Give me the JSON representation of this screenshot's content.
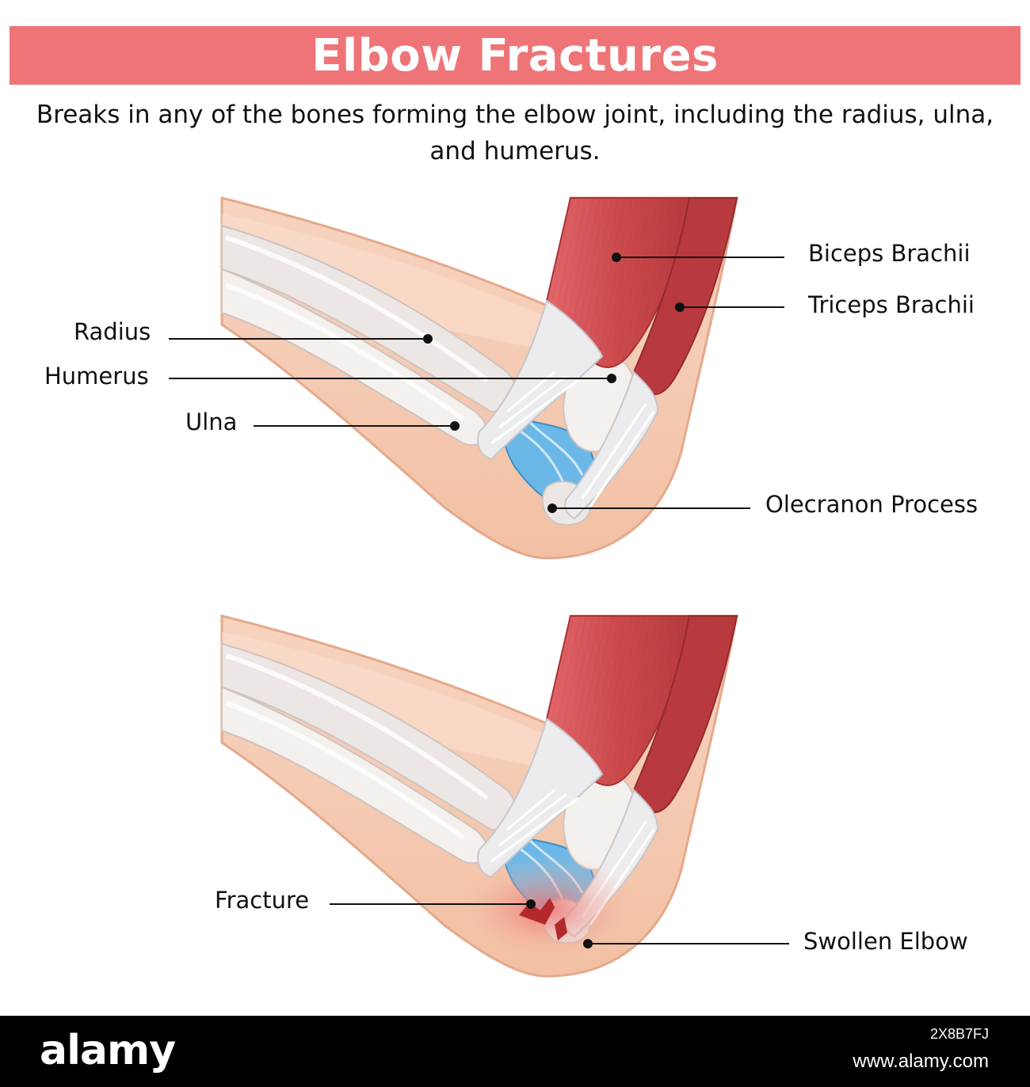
{
  "header": {
    "title": "Elbow Fractures",
    "subtitle": "Breaks in any of the bones forming the elbow joint, including the radius, ulna, and humerus."
  },
  "diagram_top": {
    "labels": {
      "biceps": "Biceps Brachii",
      "triceps": "Triceps Brachii",
      "radius": "Radius",
      "humerus": "Humerus",
      "ulna": "Ulna",
      "olecranon": "Olecranon Process"
    }
  },
  "diagram_bottom": {
    "labels": {
      "fracture": "Fracture",
      "swollen": "Swollen Elbow"
    }
  },
  "footer": {
    "logo": "alamy",
    "image_id": "2X8B7FJ",
    "url": "www.alamy.com"
  },
  "colors": {
    "banner": "#ee7477",
    "skin": "#f4c8ae",
    "muscle": "#d9534f",
    "tendon": "#e9e9ec",
    "cartilage": "#67b6e6",
    "swelling": "#f08080"
  }
}
